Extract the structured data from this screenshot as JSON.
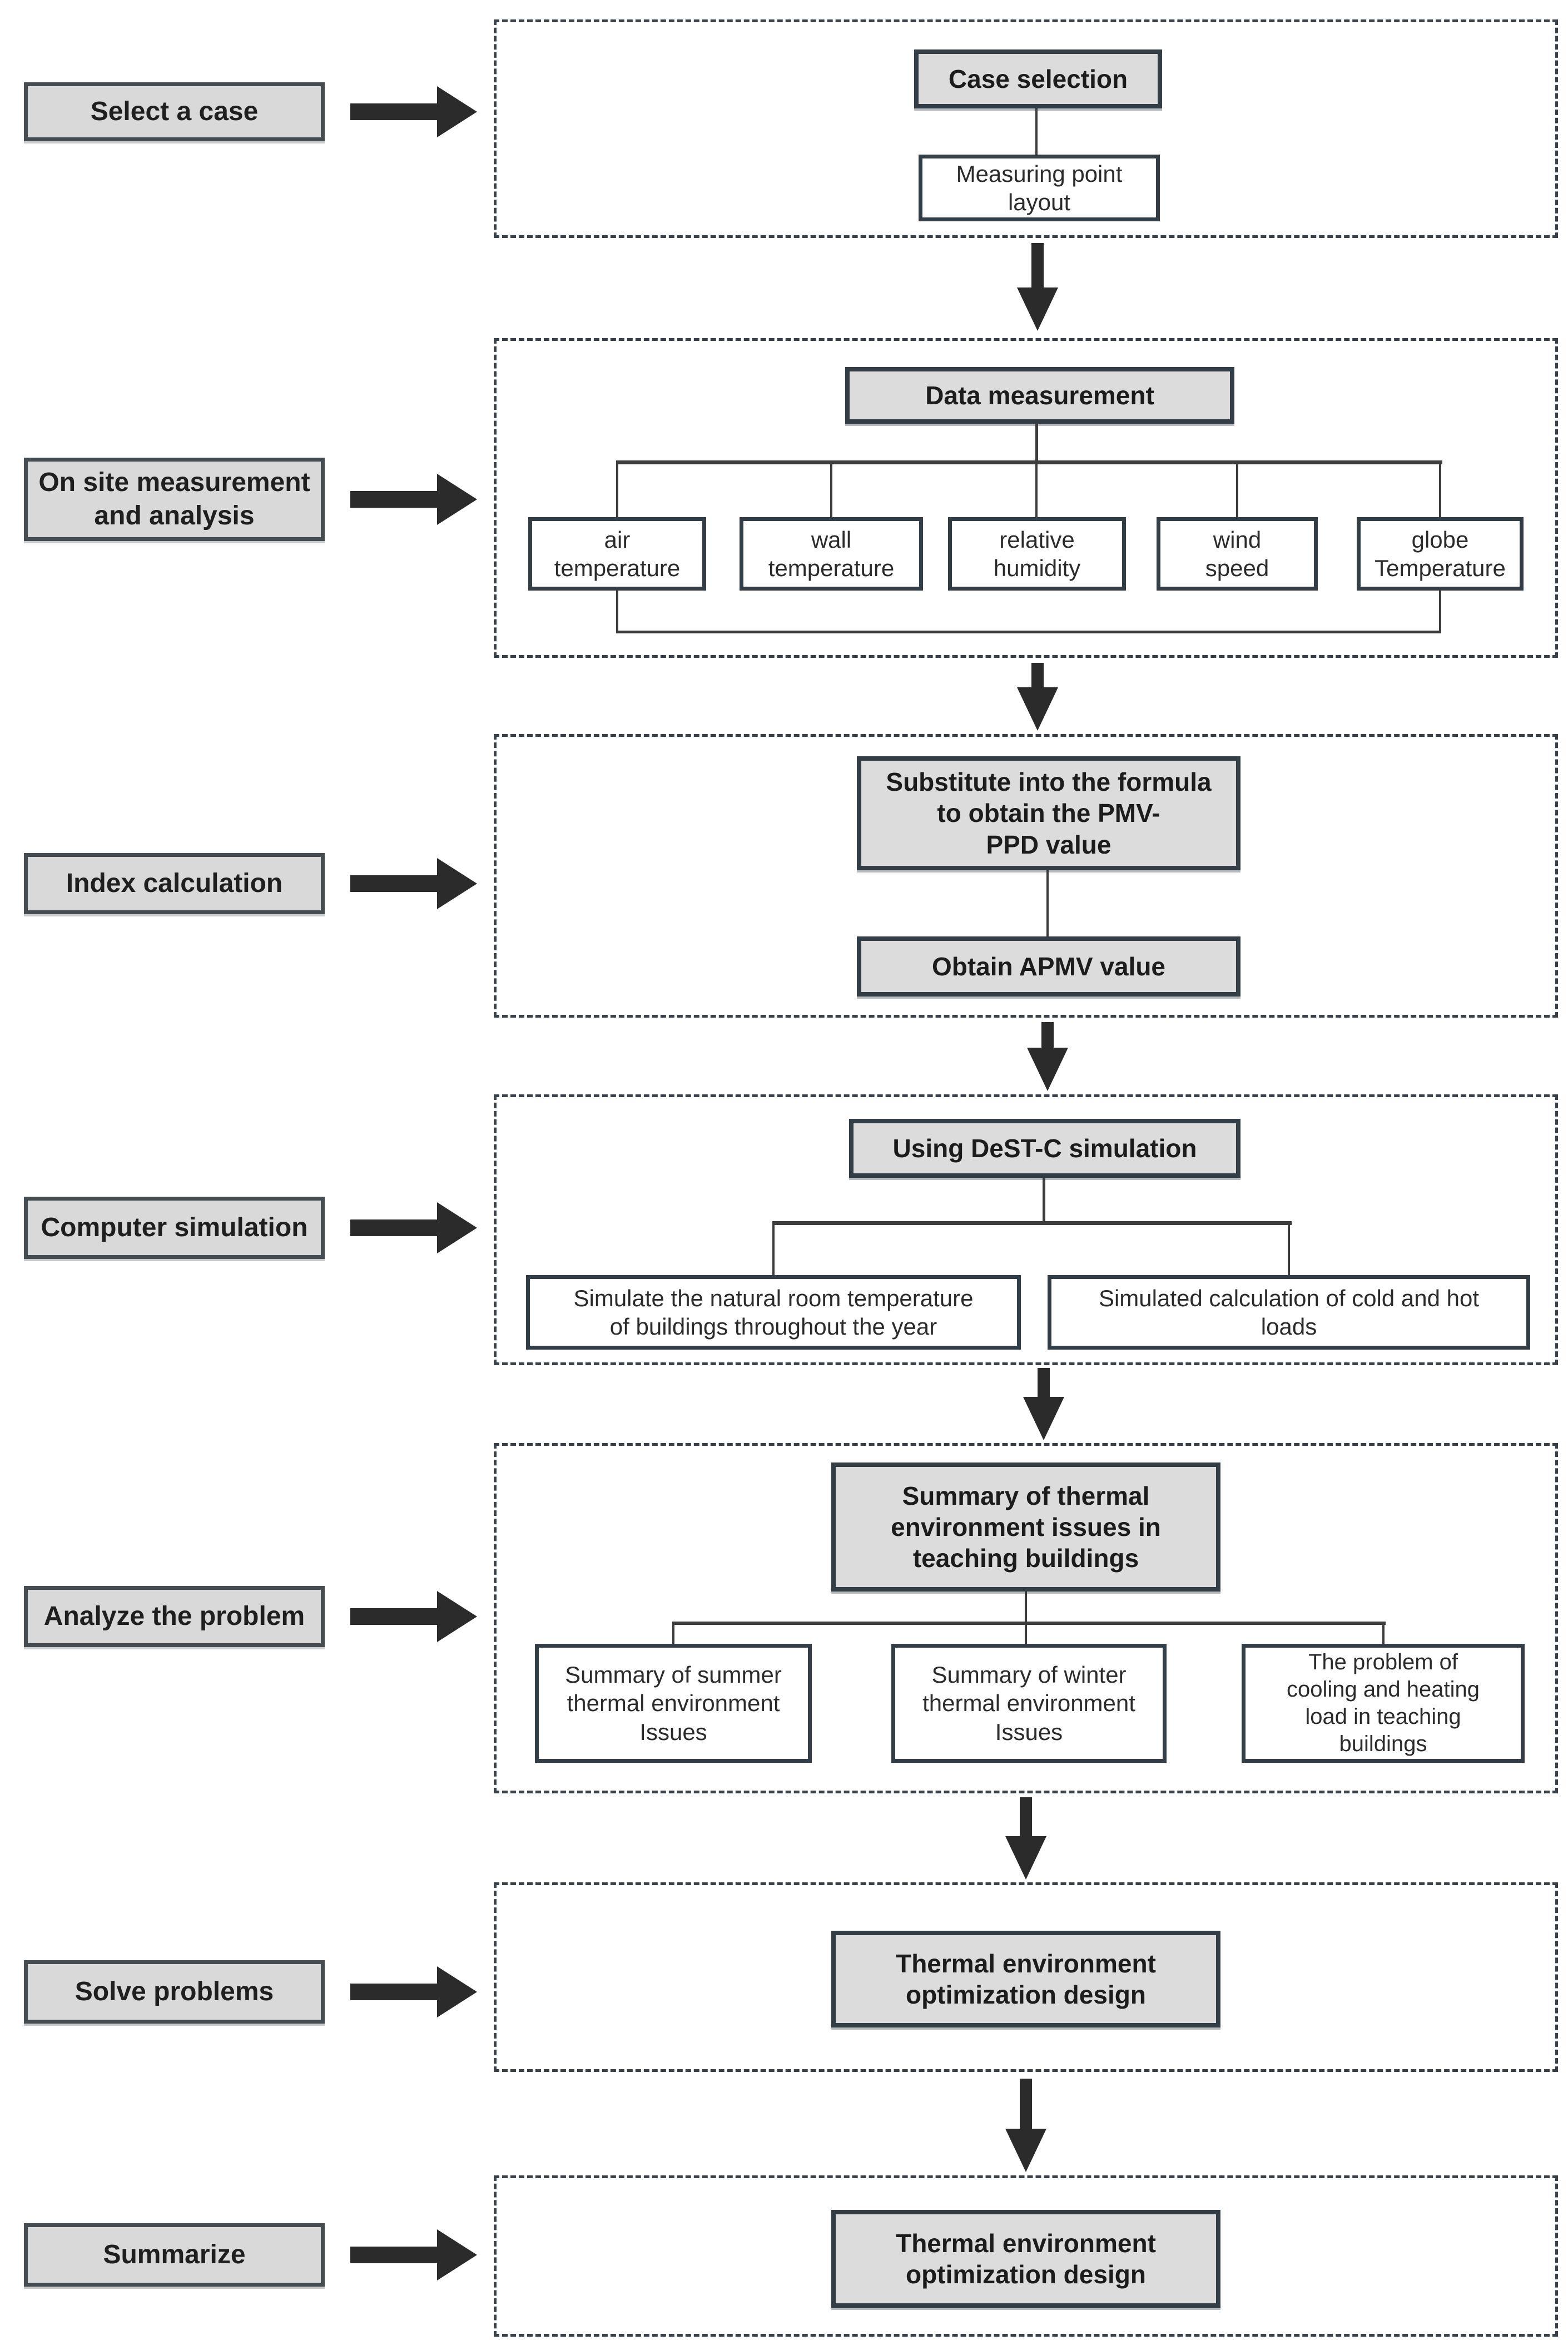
{
  "colors": {
    "node_fill": "#dcdcdc",
    "node_border": "#333d45",
    "white_fill": "#ffffff",
    "arrow": "#2b2b2b",
    "connector": "#3c3c3c",
    "text": "#1c1c1c"
  },
  "stages": [
    {
      "label": "Select a case"
    },
    {
      "label": "On site measurement\nand analysis"
    },
    {
      "label": "Index calculation"
    },
    {
      "label": "Computer simulation"
    },
    {
      "label": "Analyze the problem"
    },
    {
      "label": "Solve problems"
    },
    {
      "label": "Summarize"
    }
  ],
  "sections": {
    "case_selection": {
      "main": "Case selection",
      "sub": "Measuring point\nlayout"
    },
    "data_measurement": {
      "main": "Data measurement",
      "items": [
        "air\ntemperature",
        "wall\ntemperature",
        "relative\nhumidity",
        "wind\nspeed",
        "globe\nTemperature"
      ]
    },
    "index_calculation": {
      "main": "Substitute into the formula\nto obtain the PMV-\nPPD value",
      "sub": "Obtain APMV value"
    },
    "computer_simulation": {
      "main": "Using DeST-C simulation",
      "items": [
        "Simulate the natural room temperature\nof buildings throughout the year",
        "Simulated calculation of cold and hot\nloads"
      ]
    },
    "analyze_problem": {
      "main": "Summary of thermal\nenvironment issues in\nteaching buildings",
      "items": [
        "Summary of summer\nthermal environment\nIssues",
        "Summary of winter\nthermal environment\nIssues",
        "The problem of\ncooling and heating\nload in teaching\nbuildings"
      ]
    },
    "solve_problems": {
      "main": "Thermal environment\noptimization design"
    },
    "summarize": {
      "main": "Thermal environment\noptimization design"
    }
  }
}
